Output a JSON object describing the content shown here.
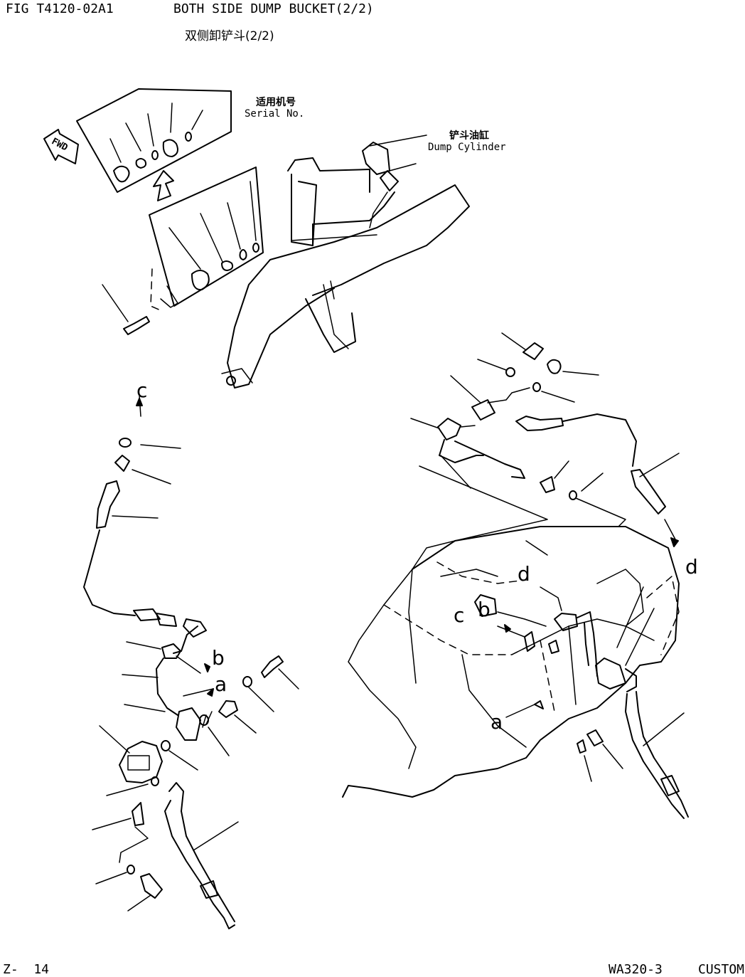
{
  "header": {
    "fig_id": "FIG T4120-02A1",
    "title_en": "BOTH SIDE DUMP BUCKET(2/2)",
    "title_cn": "双侧卸铲斗(2/2)"
  },
  "labels": {
    "serial_cn": "适用机号",
    "serial_en": "Serial No.",
    "cylinder_cn": "铲斗油缸",
    "cylinder_en": "Dump Cylinder",
    "fwd": "FWD"
  },
  "connectors": {
    "c_top": "c",
    "b_left": "b",
    "a_left": "a",
    "d_right": "d",
    "d_mid": "d",
    "c_mid": "c",
    "b_mid": "b",
    "a_mid": "a"
  },
  "footer": {
    "page": "Z-  14",
    "model": "WA320-3",
    "custom": "CUSTOM"
  }
}
